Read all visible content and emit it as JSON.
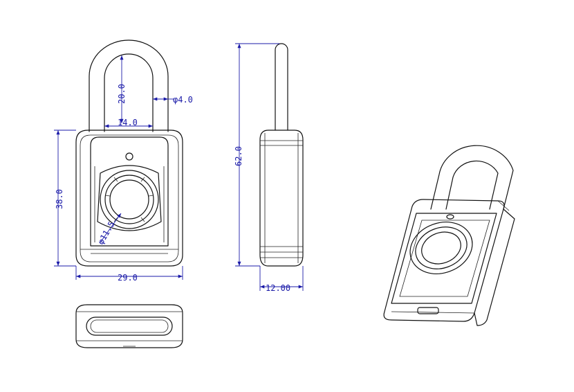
{
  "dimensions": {
    "shackle_height": "20.0",
    "shackle_diameter": "φ4.0",
    "shackle_inner_width": "14.0",
    "body_height": "38.0",
    "body_width": "29.0",
    "sensor_diameter": "φ11.5",
    "total_height": "62.0",
    "thickness": "12.00"
  },
  "colors": {
    "outline": "#111111",
    "dimension": "#1a1aa8",
    "background": "#ffffff"
  }
}
